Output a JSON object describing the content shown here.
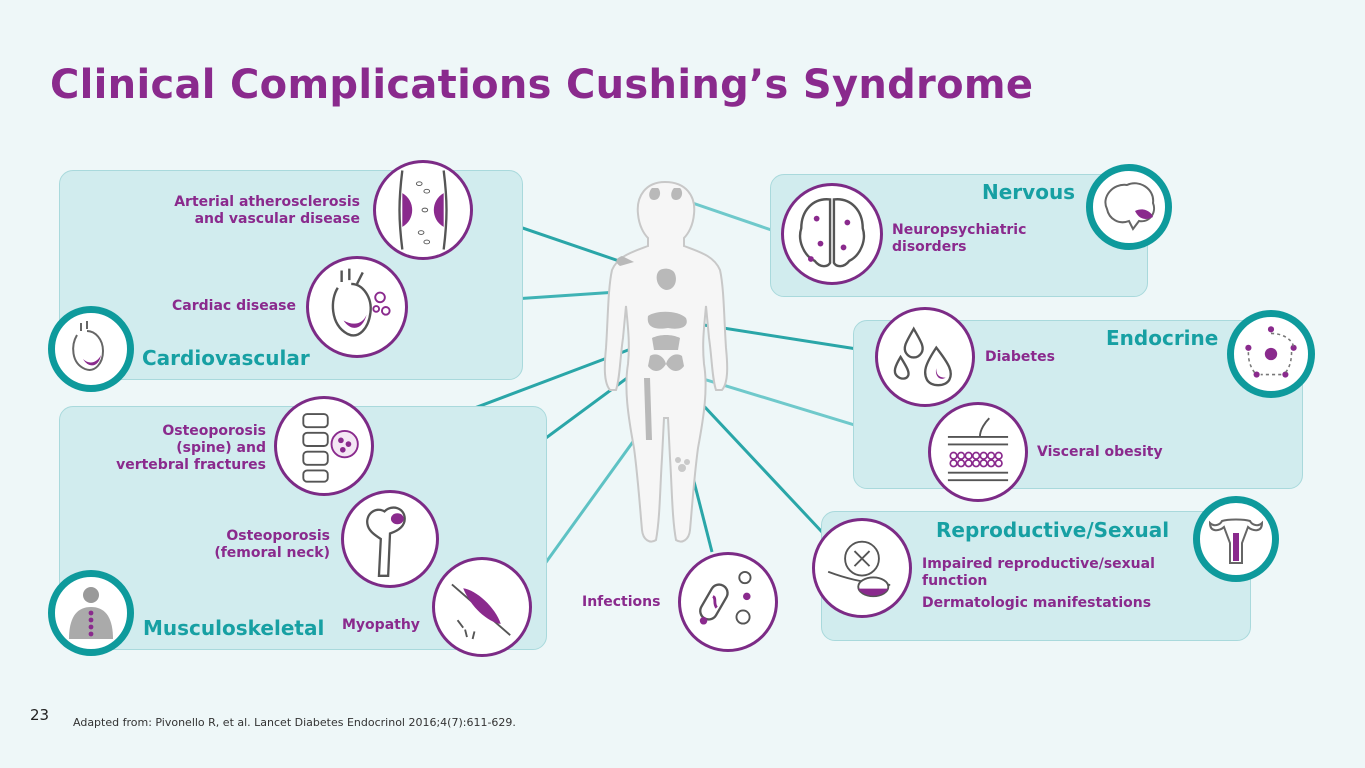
{
  "title": "Clinical Complications Cushing’s Syndrome",
  "page_number": "23",
  "citation": "Adapted from: Pivonello R, et al. Lancet Diabetes  Endocrinol 2016;4(7):611-629.",
  "systems": {
    "cardiovascular": {
      "label": "Cardiovascular",
      "items": [
        {
          "label_lines": [
            "Arterial atherosclerosis",
            "and vascular disease"
          ]
        },
        {
          "label_lines": [
            "Cardiac disease"
          ]
        }
      ]
    },
    "musculoskeletal": {
      "label": "Musculoskeletal",
      "items": [
        {
          "label_lines": [
            "Osteoporosis",
            "(spine) and",
            "vertebral fractures"
          ]
        },
        {
          "label_lines": [
            "Osteoporosis",
            "(femoral neck)"
          ]
        },
        {
          "label_lines": [
            "Myopathy"
          ]
        }
      ]
    },
    "nervous": {
      "label": "Nervous",
      "items": [
        {
          "label_lines": [
            "Neuropsychiatric",
            "disorders"
          ]
        }
      ]
    },
    "endocrine": {
      "label": "Endocrine",
      "items": [
        {
          "label_lines": [
            "Diabetes"
          ]
        },
        {
          "label_lines": [
            "Visceral obesity"
          ]
        }
      ]
    },
    "reproductive": {
      "label": "Reproductive/Sexual",
      "items": [
        {
          "label_lines": [
            "Impaired reproductive/sexual",
            "function"
          ]
        },
        {
          "label_lines": [
            "Dermatologic manifestations"
          ]
        }
      ]
    },
    "infections": {
      "items": [
        {
          "label_lines": [
            "Infections"
          ]
        }
      ]
    }
  },
  "colors": {
    "title": "#8a2a8d",
    "system_label": "#17a0a3",
    "panel_fill": "#d1ecee",
    "icon_ring_purple": "#7c2b86",
    "icon_ring_teal": "#0e9a9c",
    "connector": "#3fb3b5"
  },
  "icons": [
    "vessel-icon",
    "heart-icon",
    "brain-icon",
    "neuron-brain-icon",
    "drop-icon",
    "skin-layers-icon",
    "cervix-uterus-icon",
    "skin-lesion-icon",
    "spine-icon",
    "femur-icon",
    "muscle-icon",
    "bacteria-icon",
    "back-icon",
    "network-icon"
  ]
}
